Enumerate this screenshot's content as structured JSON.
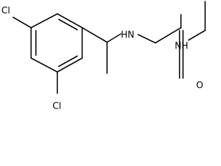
{
  "molecule": {
    "labels": {
      "cl_para": "Cl",
      "cl_ortho": "Cl",
      "nh_amine": "HN",
      "nh_amide": "NH",
      "o_carbonyl": "O"
    }
  }
}
